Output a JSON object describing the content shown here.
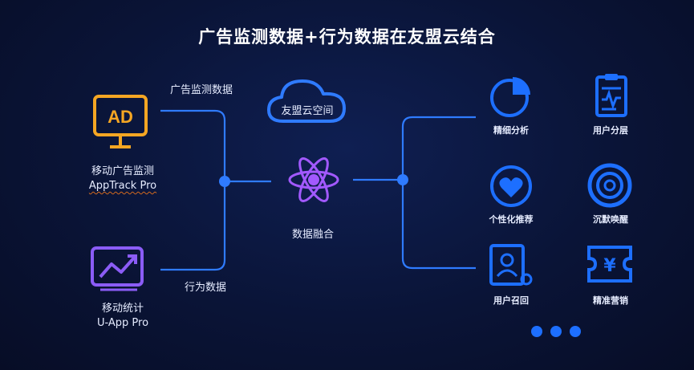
{
  "title": "广告监测数据+行为数据在友盟云结合",
  "sources": {
    "apptrack": {
      "icon": "ad-monitor-icon",
      "icon_text": "AD",
      "name": "移动广告监测",
      "product": "AppTrack Pro"
    },
    "uapp": {
      "icon": "trend-chart-icon",
      "name": "移动统计",
      "product": "U-App Pro"
    }
  },
  "flows": {
    "ad_data": "广告监测数据",
    "behavior_data": "行为数据"
  },
  "cloud": {
    "icon": "cloud-icon",
    "label": "友盟云空间"
  },
  "fusion": {
    "icon": "atom-icon",
    "label": "数据融合"
  },
  "outputs": [
    {
      "icon": "pie-chart-icon",
      "label": "精细分析"
    },
    {
      "icon": "clipboard-icon",
      "label": "用户分层"
    },
    {
      "icon": "heart-icon",
      "label": "个性化推荐"
    },
    {
      "icon": "target-circle-icon",
      "label": "沉默唤醒"
    },
    {
      "icon": "user-card-icon",
      "label": "用户召回"
    },
    {
      "icon": "yuan-ticket-icon",
      "label": "精准营销"
    }
  ],
  "more": {
    "icon": "more-dots-icon"
  },
  "colors": {
    "accent_blue": "#1d6fff",
    "ad_orange": "#f5a623",
    "uapp_purple": "#8b5cf6",
    "atom_purple": "#a259ff"
  }
}
